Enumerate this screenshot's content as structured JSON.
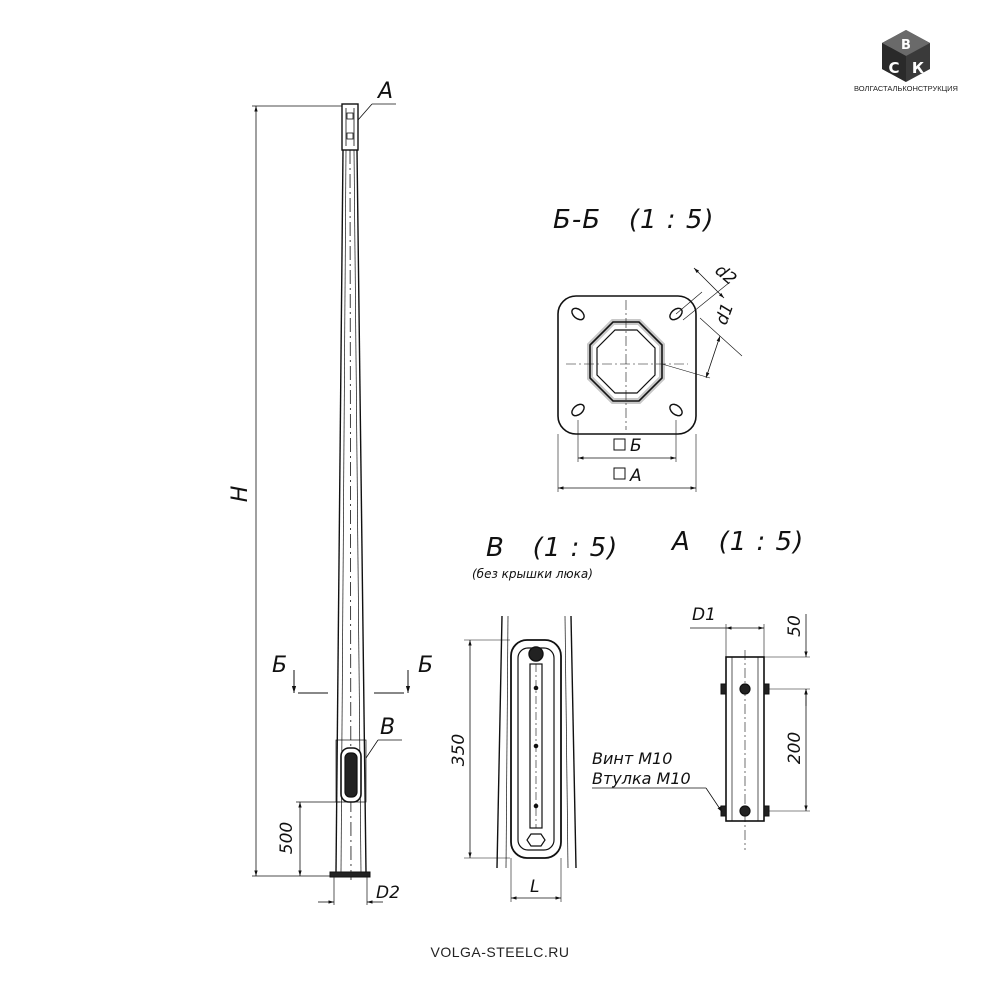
{
  "logo": {
    "letters": [
      "В",
      "С",
      "К"
    ],
    "company": "ВОЛГАСТАЛЬКОНСТРУКЦИЯ"
  },
  "pole": {
    "height_label": "H",
    "top_view_label": "A",
    "section_label_left": "Б",
    "section_label_right": "Б",
    "hatch_view_label": "В",
    "bottom_dim": "500",
    "base_dim": "D2"
  },
  "section_bb": {
    "title": "Б-Б   (1 : 5)",
    "d1": "d1",
    "d2": "d2",
    "inner_size": "Б",
    "outer_size": "A"
  },
  "view_v": {
    "title": "В   (1 : 5)",
    "subtitle": "(без крышки люка)",
    "height_dim": "350",
    "width_dim": "L",
    "note_line1": "Винт М10",
    "note_line2": "Втулка М10"
  },
  "view_a": {
    "title": "A   (1 : 5)",
    "width_dim": "D1",
    "top_dim": "50",
    "spacing_dim": "200"
  },
  "footer": {
    "website": "VOLGA-STEELC.RU"
  }
}
